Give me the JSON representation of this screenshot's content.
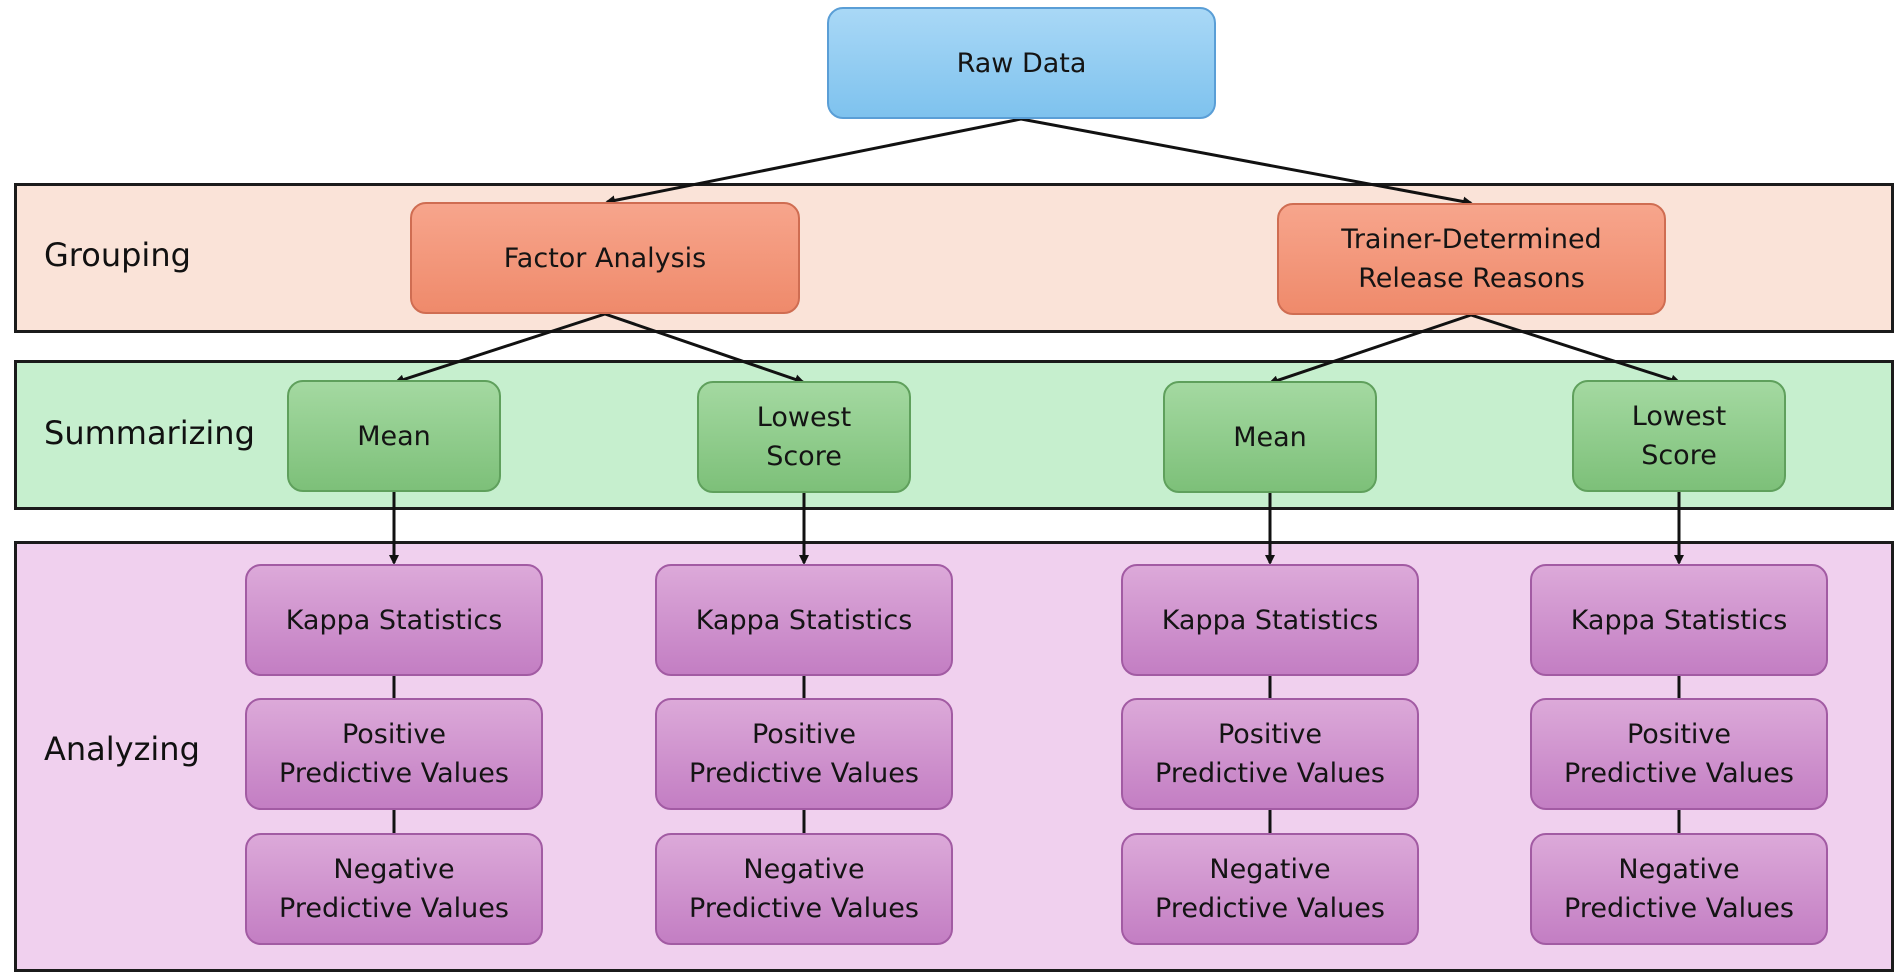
{
  "root": {
    "label": "Raw Data"
  },
  "bands": {
    "grouping": "Grouping",
    "summarizing": "Summarizing",
    "analyzing": "Analyzing"
  },
  "grouping_nodes": [
    "Factor Analysis",
    "Trainer-Determined\nRelease Reasons"
  ],
  "summarizing_nodes": [
    "Mean",
    "Lowest\nScore",
    "Mean",
    "Lowest\nScore"
  ],
  "analyzing_columns": [
    {
      "kappa": "Kappa Statistics",
      "ppv": "Positive\nPredictive Values",
      "npv": "Negative\nPredictive Values"
    },
    {
      "kappa": "Kappa Statistics",
      "ppv": "Positive\nPredictive Values",
      "npv": "Negative\nPredictive Values"
    },
    {
      "kappa": "Kappa Statistics",
      "ppv": "Positive\nPredictive Values",
      "npv": "Negative\nPredictive Values"
    },
    {
      "kappa": "Kappa Statistics",
      "ppv": "Positive\nPredictive Values",
      "npv": "Negative\nPredictive Values"
    }
  ],
  "colors": {
    "grouping_band": "#fae3d8",
    "summarizing_band": "#c6efce",
    "analyzing_band": "#f0d0ee",
    "root_node": "#93cdf2",
    "grouping_node": "#f39a7c",
    "summarizing_node": "#90cc8c",
    "analyzing_node": "#cf93ce"
  }
}
